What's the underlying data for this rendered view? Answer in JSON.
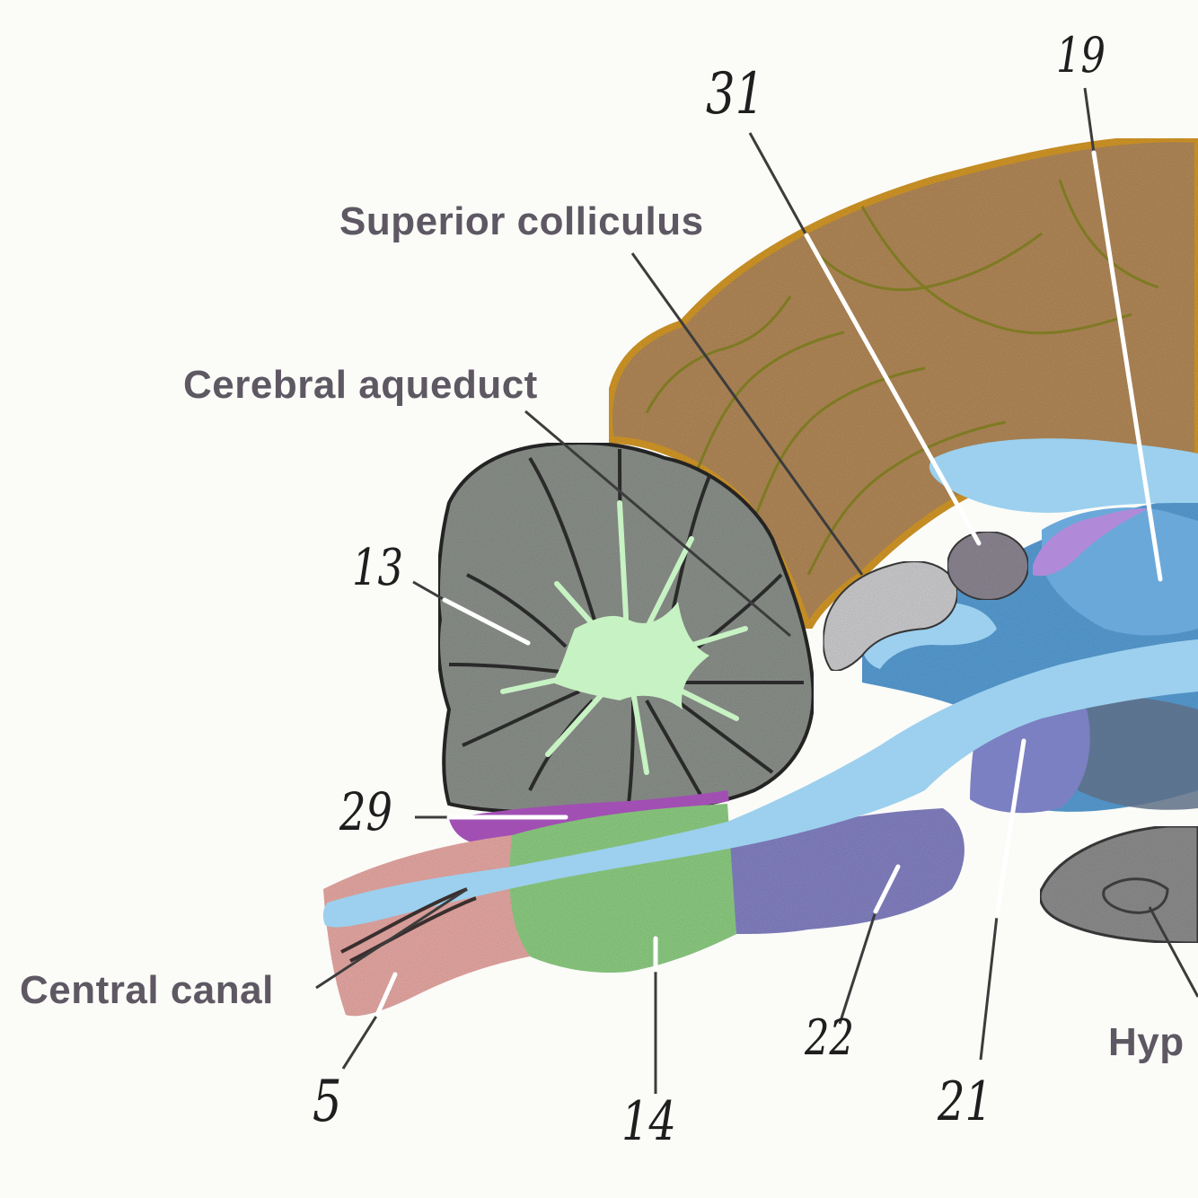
{
  "printed_labels": {
    "superior_colliculus": "Superior colliculus",
    "cerebral_aqueduct": "Cerebral aqueduct",
    "central_canal": "Central canal",
    "hypophysis_partial": "Hyp"
  },
  "number_labels": {
    "n31": "31",
    "n19": "19",
    "n13": "13",
    "n29": "29",
    "n5": "5",
    "n14": "14",
    "n22": "22",
    "n21": "21"
  },
  "colors": {
    "cerebrum": "#b48a5a",
    "cerebrum_outline": "#d59a2b",
    "cerebrum_vessel": "#7a7a1e",
    "cerebellum": "#8d938d",
    "arbor_vitae": "#c7f2c3",
    "ventricle": "#9cd0ee",
    "midbrain_blue": "#5a9fd6",
    "pons": "#8583c4",
    "medulla": "#8fcf84",
    "spinal_cord": "#e9aaa6",
    "choroid_purple": "#a14fb3",
    "colliculus_gray": "#8e8894",
    "label_text": "#5e5863",
    "leader_white": "#ffffff",
    "leader_dark": "#3c3c3c"
  }
}
